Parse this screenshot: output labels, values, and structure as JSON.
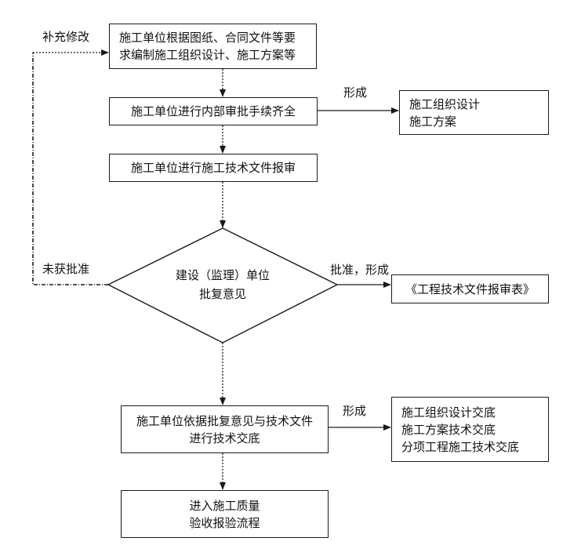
{
  "steps": {
    "step1": {
      "line1": "施工单位根据图纸、合同文件等要",
      "line2": "求编制施工组织设计、施工方案等"
    },
    "step2": {
      "text": "施工单位进行内部审批手续齐全"
    },
    "step3": {
      "text": "施工单位进行施工技术文件报审"
    },
    "decision": {
      "line1": "建设（监理）单位",
      "line2": "批复意见"
    },
    "step5": {
      "line1": "施工单位依据批复意见与技术文件",
      "line2": "进行技术交底"
    },
    "step6": {
      "line1": "进入施工质量",
      "line2": "验收报验流程"
    }
  },
  "outputs": {
    "out1": {
      "line1": "施工组织设计",
      "line2": "施工方案"
    },
    "out2": {
      "text": "《工程技术文件报审表》"
    },
    "out3": {
      "line1": "施工组织设计交底",
      "line2": "施工方案技术交底",
      "line3": "分项工程施工技术交底"
    }
  },
  "labels": {
    "supplement": "补充修改",
    "not_approved": "未获批准",
    "formed1": "形成",
    "approved_formed": "批准，形成",
    "formed2": "形成"
  }
}
